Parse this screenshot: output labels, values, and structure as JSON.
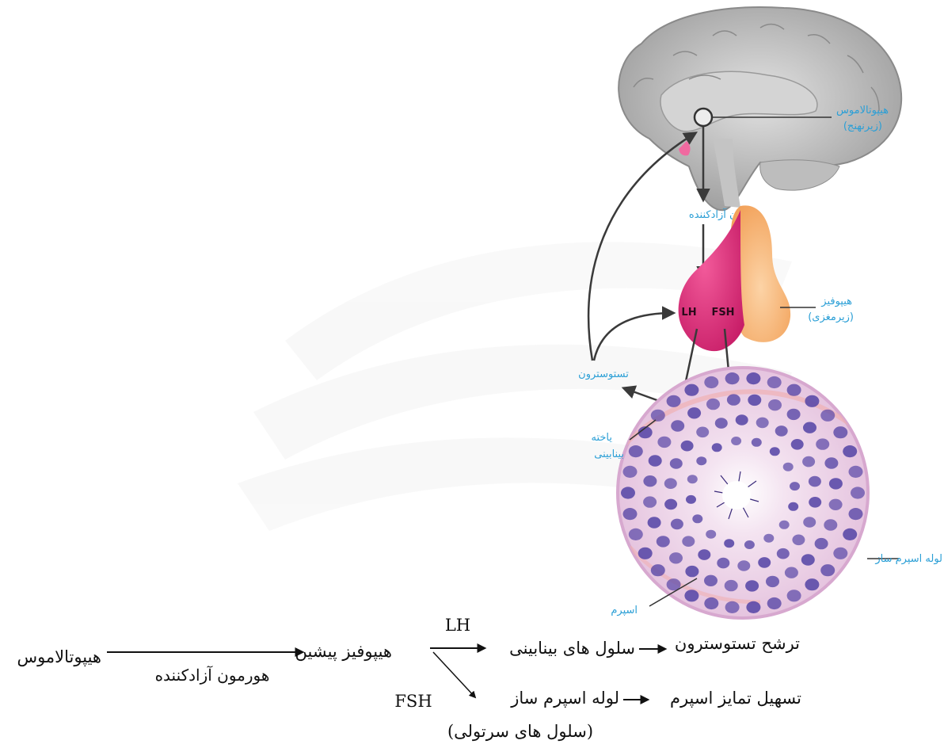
{
  "figure": {
    "labels": {
      "hypothalamus": "هیپوتالاموس",
      "hypothalamus_alt": "(زیرنهنج)",
      "releasing_hormone": "هورمون آزادکننده",
      "pituitary": "هیپوفیز",
      "pituitary_alt": "(زیرمغزی)",
      "lh": "LH",
      "fsh": "FSH",
      "testosterone": "تستوسترون",
      "interstitial_cell_line1": "یاخته",
      "interstitial_cell_line2": "بینابینی",
      "seminiferous_tubule": "لوله اسپرم ساز",
      "sperm": "اسپرم"
    }
  },
  "flow": {
    "hypothalamus": "هیپوتالاموس",
    "releasing_hormone": "هورمون آزادکننده",
    "anterior_pituitary": "هیپوفیز پیشین",
    "lh": "LH",
    "fsh": "FSH",
    "interstitial_cells": "سلول های بینابینی",
    "testosterone_secretion": "ترشح تستوسترون",
    "seminiferous_tubule": "لوله اسپرم ساز",
    "sertoli_cells": "(سلول های سرتولی)",
    "sperm_differentiation": "تسهیل تمایز اسپرم"
  },
  "colors": {
    "label_blue": "#2b9fd6",
    "pituitary_pink": "#e0307a",
    "pituitary_orange": "#f4a35b",
    "tubule_fill": "#eed2ea",
    "nucleus_purple": "#5b4aa8",
    "brain_gray": "#a9a9a9"
  }
}
